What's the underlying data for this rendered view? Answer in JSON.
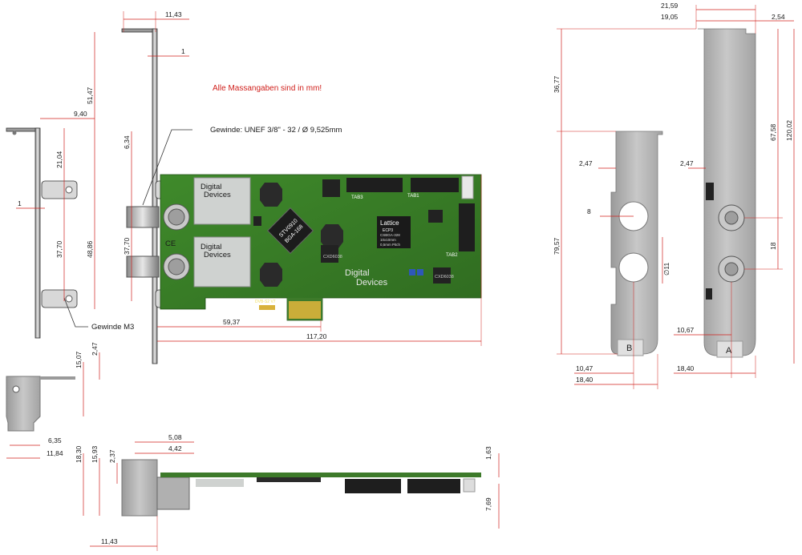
{
  "note": "Alle Massangaben sind in mm!",
  "labels": {
    "thread_note": "Gewinde: UNEF 3/8\" - 32 / Ø 9,525mm",
    "screw_note": "Gewinde M3",
    "bracket_a": "A",
    "bracket_b": "B"
  },
  "board": {
    "brand_line1": "Digital",
    "brand_line2": "Devices",
    "chip_st_1": "STV0910",
    "chip_st_2": "BGA-168",
    "lattice_1": "Lattice",
    "lattice_2": "ECP3",
    "lattice_3": "CSBGA-328",
    "lattice_4": "10x10mm",
    "lattice_5": "0,5mm Pitch",
    "conn_tab1": "TAB1",
    "conn_tab2": "TAB2",
    "conn_tab3": "TAB3",
    "chip_small": "CXD6038",
    "fw_label": "DVB-S2 V7",
    "ce_mark": "CE"
  },
  "dims": {
    "top_11_43": "11,43",
    "top_1": "1",
    "v_51_47": "51,47",
    "h_9_40": "9,40",
    "v_6_34": "6,34",
    "v_21_04": "21,04",
    "h_1": "1",
    "v_37_70_a": "37,70",
    "v_48_86": "48,86",
    "v_37_70_b": "37,70",
    "h_59_37": "59,37",
    "h_117_20": "117,20",
    "v_15_07": "15,07",
    "v_2_47_left": "2,47",
    "h_6_35": "6,35",
    "h_11_84": "11,84",
    "r_21_59": "21,59",
    "r_19_05": "19,05",
    "r_2_54": "2,54",
    "r_36_77": "36,77",
    "r_67_58": "67,58",
    "r_120_02": "120,02",
    "r_2_47_b": "2,47",
    "r_2_47_a": "2,47",
    "r_8": "8",
    "r_dia_11": "∅11",
    "r_79_57": "79,57",
    "r_18": "18",
    "r_10_67": "10,67",
    "r_10_47": "10,47",
    "r_18_40_b": "18,40",
    "r_18_40_a": "18,40",
    "b_5_08": "5,08",
    "b_4_42": "4,42",
    "b_18_30": "18,30",
    "b_15_93": "15,93",
    "b_2_37": "2,37",
    "b_1_63": "1,63",
    "b_7_69": "7,69",
    "b_11_43": "11,43"
  },
  "colors": {
    "pcb": "#3d7a2a",
    "pcb_dark": "#2c5d1e",
    "bracket": "#b5b5b5",
    "dimension": "#d0201c",
    "gold": "#d9b23b"
  }
}
